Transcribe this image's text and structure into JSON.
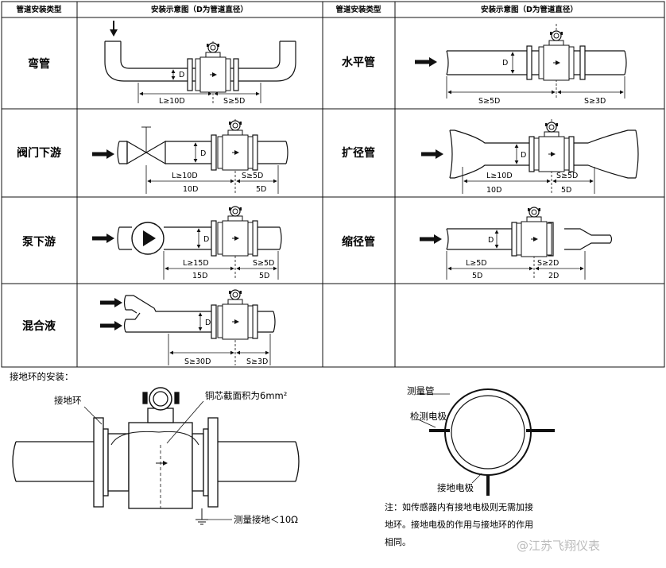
{
  "header": {
    "col_type": "管道安装类型",
    "col_diagram": "安装示意图（D为管道直径）"
  },
  "rows": [
    {
      "left_type": "弯管",
      "left_dims": [
        "L≥10D",
        "S≥5D"
      ],
      "right_type": "水平管",
      "right_dims": [
        "S≥5D",
        "S≥3D"
      ],
      "left_d": "D",
      "right_d": "D"
    },
    {
      "left_type": "阀门下游",
      "left_dims": [
        "L≥10D",
        "S≥5D",
        "10D",
        "5D"
      ],
      "right_type": "扩径管",
      "right_dims": [
        "L≥10D",
        "S≥5D",
        "10D",
        "5D"
      ],
      "left_d": "D",
      "right_d": "D"
    },
    {
      "left_type": "泵下游",
      "left_dims": [
        "L≥15D",
        "S≥5D",
        "15D",
        "5D"
      ],
      "right_type": "缩径管",
      "right_dims": [
        "L≥5D",
        "S≥2D",
        "5D",
        "2D"
      ],
      "left_d": "D",
      "right_d": "D"
    },
    {
      "left_type": "混合液",
      "left_dims": [
        "S≥30D",
        "S≥3D"
      ],
      "left_d": "D"
    }
  ],
  "grounding": {
    "title": "接地环的安装：",
    "ring_label": "接地环",
    "wire_label": "铜芯截面积为6mm²",
    "ground_label": "测量接地＜10Ω"
  },
  "cross_section": {
    "pipe_label": "测量管",
    "detect_label": "检测电极",
    "ground_electrode_label": "接地电极",
    "note_lines": [
      "注：如传感器内有接地电极则无需加接",
      "地环。接地电极的作用与接地环的作用",
      "相同。"
    ]
  },
  "watermark": "@江苏飞翔仪表"
}
